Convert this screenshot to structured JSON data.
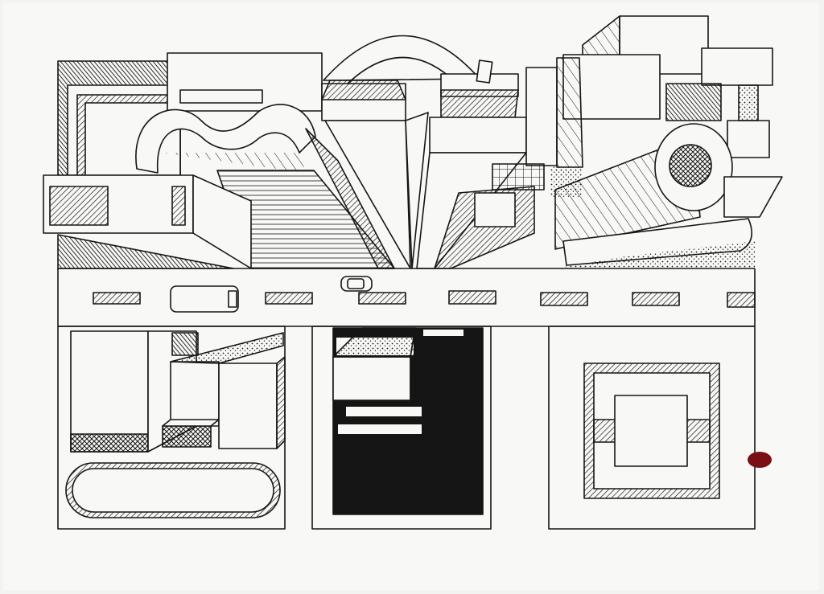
{
  "artwork": {
    "kind": "hand-drawn ink perspective cityscape",
    "paper_color": "#f7f7f5",
    "ink_color": "#151515",
    "stain_color": "#7a1015"
  },
  "scene": {
    "skyline": [
      "wavy-arch",
      "dome",
      "tall-towers",
      "stepped-boxes",
      "cylinder-roll",
      "checkered-block"
    ],
    "road": {
      "dashes": 8,
      "vehicles": [
        "bus",
        "car"
      ]
    },
    "blocks": [
      {
        "name": "block-left",
        "contents": [
          "two-box-buildings",
          "small-hatched-box",
          "rounded-pool"
        ]
      },
      {
        "name": "block-middle",
        "contents": [
          "dark-tower-with-stripes",
          "dotted-box"
        ]
      },
      {
        "name": "block-right",
        "contents": [
          "square-courtyard-frame"
        ]
      }
    ]
  }
}
